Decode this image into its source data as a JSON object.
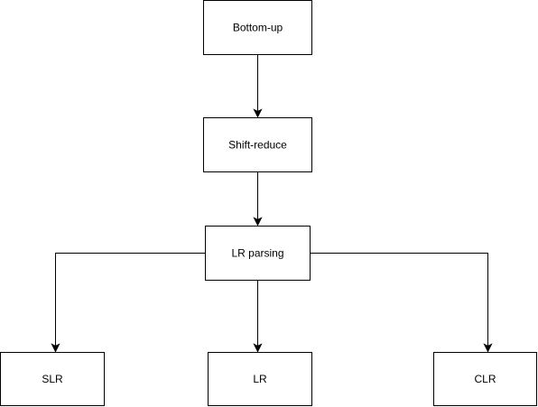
{
  "nodes": {
    "bottom_up": "Bottom-up",
    "shift_reduce": "Shift-reduce",
    "lr_parsing": "LR parsing",
    "slr": "SLR",
    "lr": "LR",
    "clr": "CLR"
  },
  "colors": {
    "stroke": "#000000",
    "fill": "#ffffff",
    "background": "#ffffff"
  }
}
